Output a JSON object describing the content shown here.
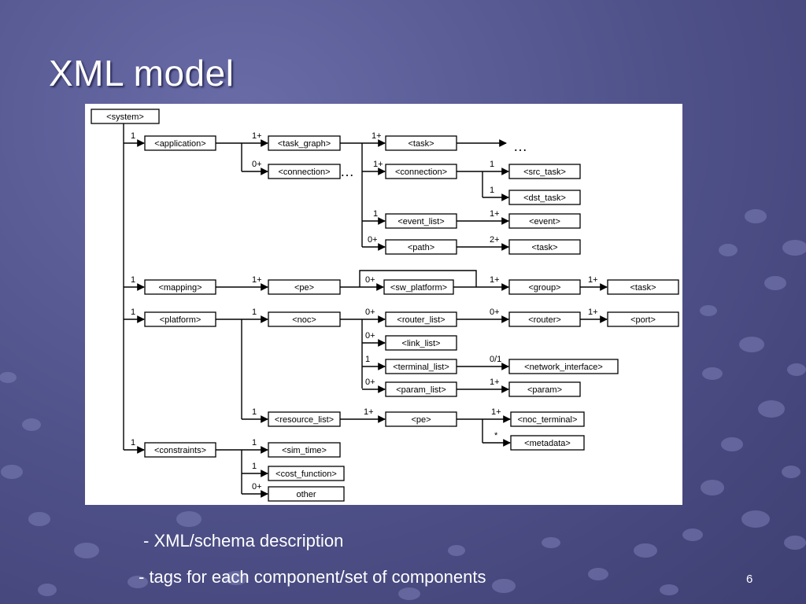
{
  "slide": {
    "title": "XML model",
    "bullets": [
      "- XML/schema description",
      "- tags for each component/set of components"
    ],
    "page_number": "6"
  },
  "diagram": {
    "nodes": {
      "system": "<system>",
      "application": "<application>",
      "task_graph": "<task_graph>",
      "task_1": "<task>",
      "connection_1": "<connection>",
      "connection_2": "<connection>",
      "src_task": "<src_task>",
      "dst_task": "<dst_task>",
      "event_list": "<event_list>",
      "event": "<event>",
      "path": "<path>",
      "task_2": "<task>",
      "mapping": "<mapping>",
      "pe_1": "<pe>",
      "sw_platform": "<sw_platform>",
      "group": "<group>",
      "task_3": "<task>",
      "platform": "<platform>",
      "noc": "<noc>",
      "router_list": "<router_list>",
      "router": "<router>",
      "port": "<port>",
      "link_list": "<link_list>",
      "terminal_list": "<terminal_list>",
      "network_interface": "<network_interface>",
      "param_list": "<param_list>",
      "param": "<param>",
      "resource_list": "<resource_list>",
      "pe_2": "<pe>",
      "noc_terminal": "<noc_terminal>",
      "metadata": "<metadata>",
      "constraints": "<constraints>",
      "sim_time": "<sim_time>",
      "cost_function": "<cost_function>",
      "other": "other"
    },
    "ellipsis": "…",
    "labels": {
      "application": "1",
      "task_graph": "1+",
      "connection_1": "0+",
      "task_1": "1+",
      "connection_2": "1+",
      "src_task": "1",
      "dst_task": "1",
      "event_list": "1",
      "event": "1+",
      "path": "0+",
      "task_2": "2+",
      "mapping": "1",
      "pe_1": "1+",
      "sw_platform": "0+",
      "group": "1+",
      "task_3": "1+",
      "platform": "1",
      "noc": "1",
      "router_list": "0+",
      "router": "0+",
      "port": "1+",
      "link_list": "0+",
      "terminal_list": "1",
      "network_interface": "0/1",
      "param_list": "0+",
      "param": "1+",
      "resource_list": "1",
      "pe_2": "1+",
      "noc_terminal": "1+",
      "metadata": "*",
      "constraints": "1",
      "sim_time": "1",
      "cost_function": "1",
      "other": "0+"
    }
  }
}
